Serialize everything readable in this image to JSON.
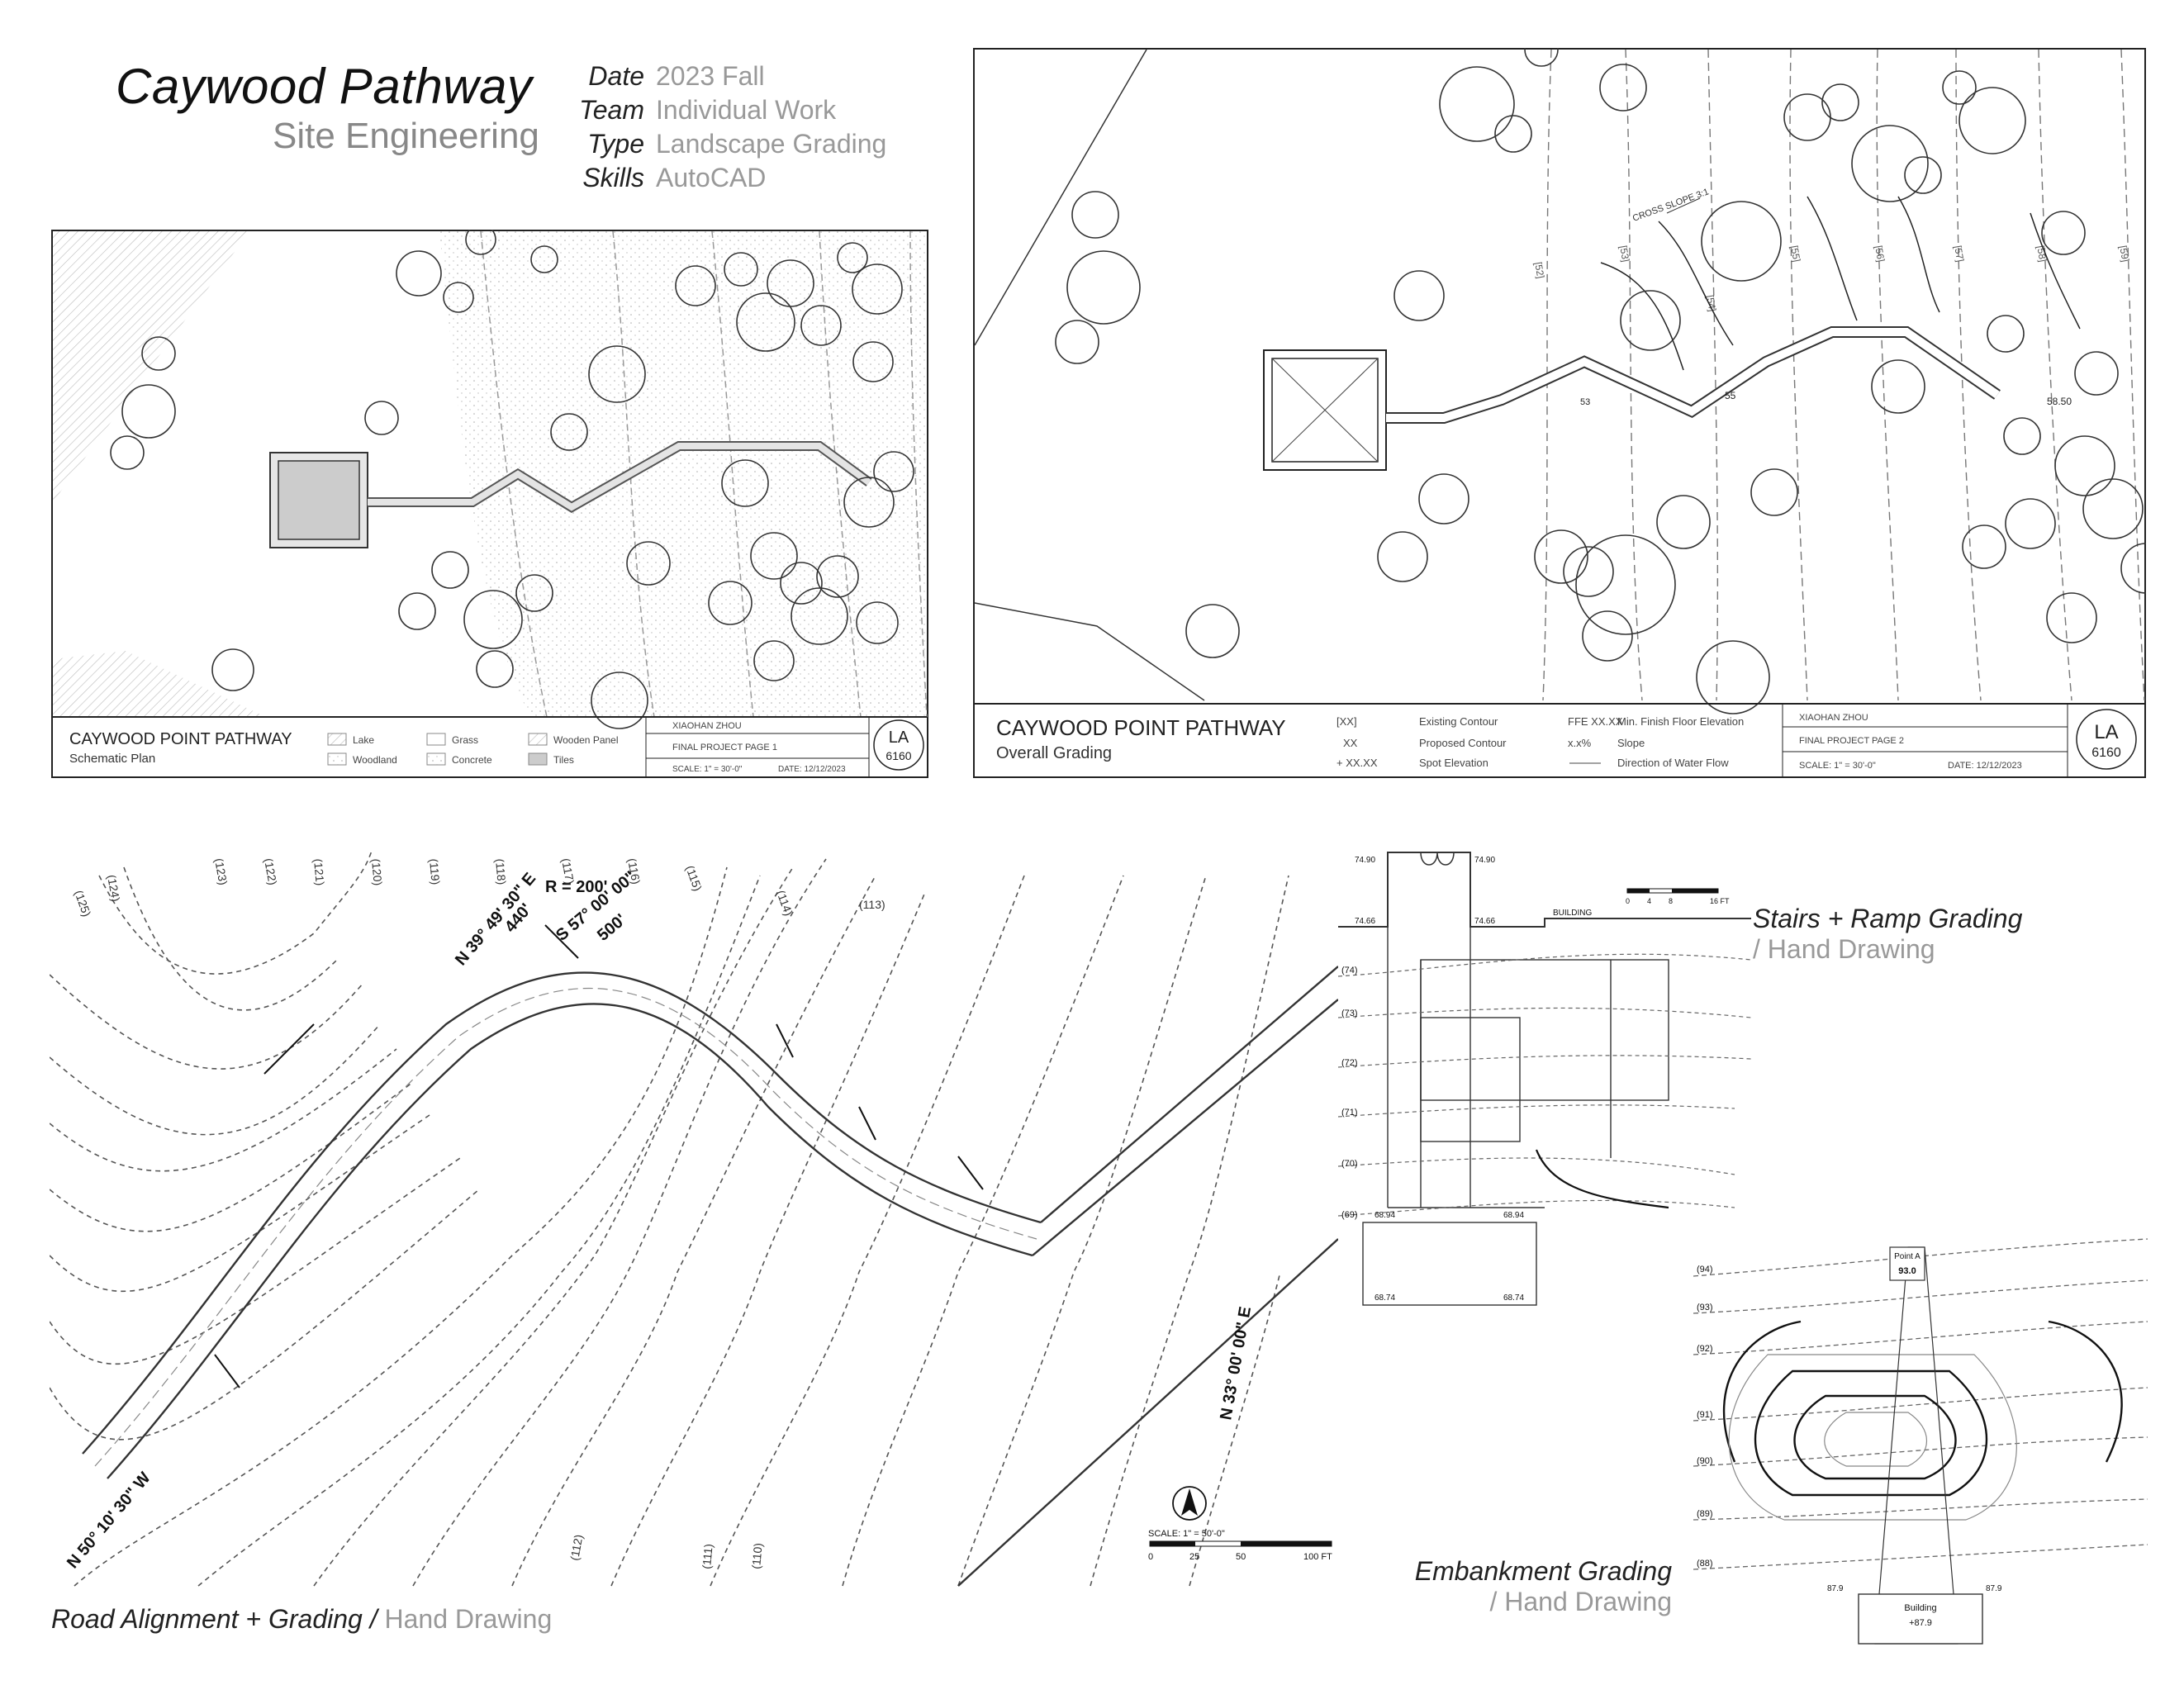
{
  "header": {
    "title": "Caywood Pathway",
    "subtitle": "Site Engineering",
    "meta": [
      {
        "key": "Date",
        "value": "2023 Fall"
      },
      {
        "key": "Team",
        "value": "Individual Work"
      },
      {
        "key": "Type",
        "value": "Landscape Grading"
      },
      {
        "key": "Skills",
        "value": "AutoCAD"
      }
    ]
  },
  "sheet1": {
    "project": "CAYWOOD POINT PATHWAY",
    "plan": "Schematic Plan",
    "legend": [
      "Lake",
      "Grass",
      "Wooden Panel",
      "Woodland",
      "Concrete",
      "Tiles"
    ],
    "author": "XIAOHAN ZHOU",
    "page": "FINAL PROJECT PAGE 1",
    "scale": "SCALE: 1\" = 30'-0\"",
    "date": "DATE: 12/12/2023",
    "badge_top": "LA",
    "badge_bottom": "6160"
  },
  "sheet2": {
    "project": "CAYWOOD POINT PATHWAY",
    "plan": "Overall Grading",
    "legend": [
      {
        "symbol": "[XX]",
        "label": "Existing Contour"
      },
      {
        "symbol": "XX",
        "label": "Proposed Contour"
      },
      {
        "symbol": "+ XX.XX",
        "label": "Spot Elevation"
      },
      {
        "symbol": "FFE XX.XX",
        "label": "Min. Finish Floor Elevation"
      },
      {
        "symbol": "x.x%",
        "label": "Slope"
      },
      {
        "symbol": "",
        "label": "Direction of Water Flow"
      }
    ],
    "author": "XIAOHAN ZHOU",
    "page": "FINAL PROJECT PAGE 2",
    "scale": "SCALE: 1\" = 30'-0\"",
    "date": "DATE: 12/12/2023",
    "badge_top": "LA",
    "badge_bottom": "6160",
    "annotations": [
      "CROSS SLOPE 3:1",
      "58.50",
      "55",
      "53"
    ],
    "contours": [
      "[52]",
      "[53]",
      "[54]",
      "[55]",
      "[56]",
      "[57]",
      "[58]",
      "[59]"
    ]
  },
  "road": {
    "caption_main": "Road Alignment + Grading",
    "caption_sep": " / ",
    "caption_grey": "Hand Drawing",
    "labels": [
      "R = 200'",
      "N 39° 49' 30\" E",
      "440'",
      "S 57° 00' 00\"",
      "500'",
      "N 33° 00' 00\" E",
      "N 50° 10' 30\" W"
    ],
    "contours": [
      "(125)",
      "(124)",
      "(123)",
      "(122)",
      "(121)",
      "(120)",
      "(119)",
      "(118)",
      "(117)",
      "(116)",
      "(115)",
      "(114)",
      "(113)",
      "(112)",
      "(111)",
      "(110)"
    ],
    "scale_label": "SCALE: 1\" = 50'-0\"",
    "scale_ticks": [
      "0",
      "25",
      "50",
      "100 FT"
    ]
  },
  "stairs": {
    "caption_main": "Stairs + Ramp Grading",
    "caption_grey": "/ Hand Drawing",
    "labels": [
      "BUILDING",
      "74.90",
      "74.90",
      "74.66",
      "74.66",
      "68.94",
      "68.94",
      "68.74",
      "68.74"
    ],
    "contours": [
      "(74)",
      "(73)",
      "(72)",
      "(71)",
      "(70)",
      "(69)"
    ],
    "scale_ticks": [
      "0",
      "4",
      "8",
      "16 FT"
    ]
  },
  "embankment": {
    "caption_main": "Embankment Grading",
    "caption_grey": "/ Hand Drawing",
    "point_label": "Point A",
    "point_value": "93.0",
    "building": "Building",
    "building_value": "+87.9",
    "spots": [
      "87.9",
      "87.9"
    ],
    "contours": [
      "(94)",
      "(93)",
      "(92)",
      "(91)",
      "(90)",
      "(89)",
      "(88)"
    ]
  }
}
